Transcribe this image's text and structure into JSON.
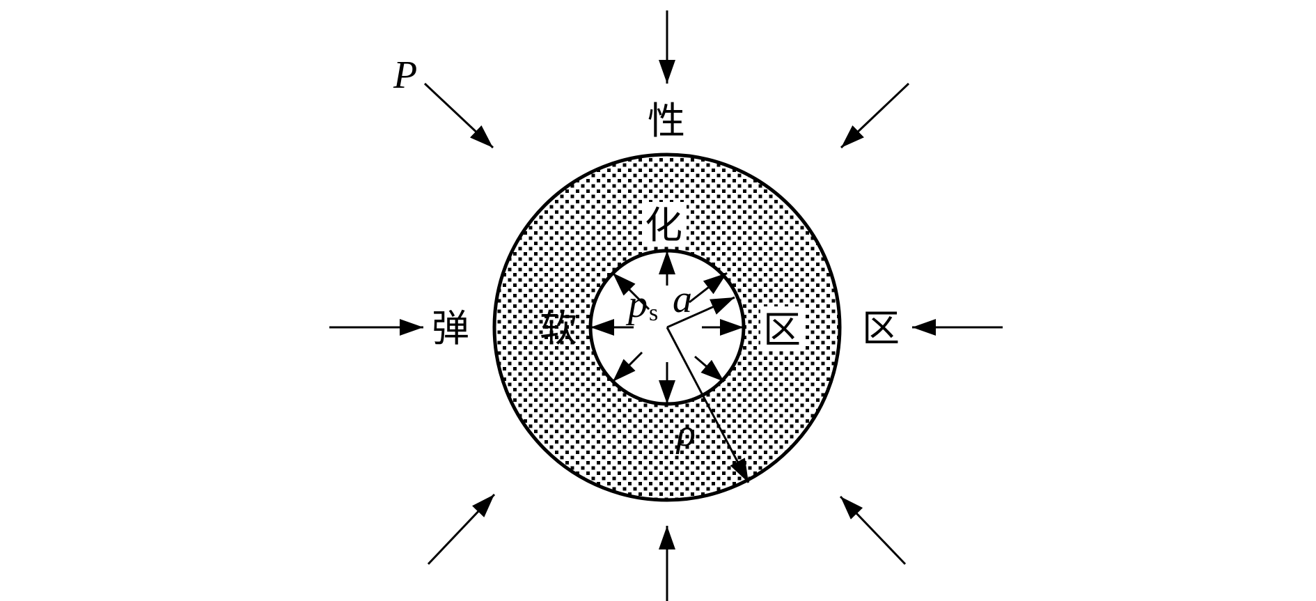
{
  "labels": {
    "load": "P",
    "zone_left": "弹",
    "zone_top": "性",
    "zone_right": "区",
    "inner_top": "化",
    "inner_left": "软",
    "inner_right": "区",
    "pressure_main": "p",
    "pressure_sub": "s",
    "radius_inner": "a",
    "radius_outer": "ρ"
  },
  "colors": {
    "line": "#000000",
    "fill": "#ffffff"
  }
}
